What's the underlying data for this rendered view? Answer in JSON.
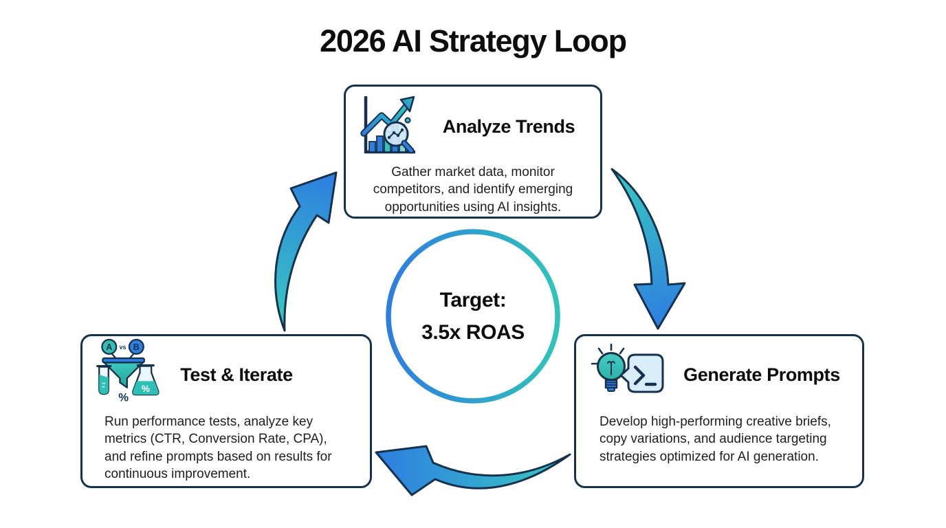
{
  "palette": {
    "outline_navy": "#15314d",
    "blue": "#2e7de1",
    "teal": "#2fc4b9",
    "light_blue": "#d8ecf9",
    "title_text": "#0d0d0d",
    "body_text": "#1e1e1e",
    "background": "#ffffff"
  },
  "title": "2026 AI Strategy Loop",
  "center_target": {
    "line1": "Target:",
    "line2": "3.5x ROAS"
  },
  "nodes": {
    "analyze_trends": {
      "title": "Analyze Trends",
      "description": "Gather market data, monitor competitors, and identify emerging opportunities using AI insights.",
      "icon": "bar-chart-trend-magnifier-icon"
    },
    "generate_prompts": {
      "title": "Generate Prompts",
      "description": "Develop high-performing creative briefs, copy variations, and audience targeting strategies optimized for AI generation.",
      "icon": "lightbulb-terminal-bubble-icon"
    },
    "test_iterate": {
      "title": "Test & Iterate",
      "description": "Run performance tests, analyze key metrics (CTR, Conversion Rate, CPA), and refine prompts based on results for continuous improvement.",
      "icon": "ab-test-funnel-lab-icon",
      "icon_labels": {
        "a": "A",
        "vs": "vs",
        "b": "B",
        "funnel_pct": "%",
        "flask_pct": "%"
      }
    }
  },
  "flow": {
    "shape": "cycle",
    "edges": [
      {
        "from": "analyze_trends",
        "to": "generate_prompts"
      },
      {
        "from": "generate_prompts",
        "to": "test_iterate"
      },
      {
        "from": "test_iterate",
        "to": "analyze_trends"
      }
    ]
  }
}
